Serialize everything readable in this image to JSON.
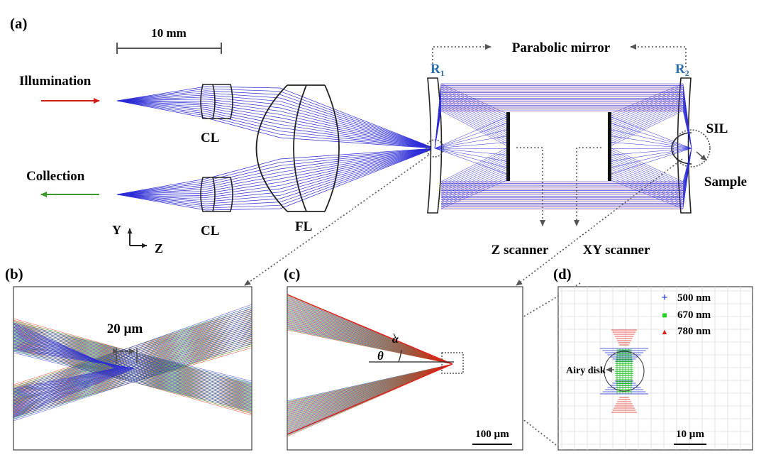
{
  "panels": {
    "a": "(a)",
    "b": "(b)",
    "c": "(c)",
    "d": "(d)"
  },
  "labels": {
    "scale_a": "10 mm",
    "illumination": "Illumination",
    "collection": "Collection",
    "cl_top": "CL",
    "cl_bottom": "CL",
    "fl": "FL",
    "parabolic_mirror": "Parabolic mirror",
    "r1_main": "R",
    "r1_sub": "1",
    "r2_main": "R",
    "r2_sub": "2",
    "sil": "SIL",
    "sample": "Sample",
    "z_scanner": "Z scanner",
    "xy_scanner": "XY scanner",
    "axis_y": "Y",
    "axis_z": "Z",
    "width_b": "20 µm",
    "alpha": "α",
    "theta": "θ",
    "scale_c": "100 µm",
    "airy_disk": "Airy disk",
    "scale_d": "10 µm"
  },
  "legend_d": [
    {
      "marker": "+",
      "label": "500 nm",
      "color": "#1f2fd0"
    },
    {
      "marker": "■",
      "label": "670 nm",
      "color": "#1fd01f"
    },
    {
      "marker": "▲",
      "label": "780 nm",
      "color": "#e0201a"
    }
  ],
  "colors": {
    "ray_blue": "#2b2bd6",
    "ray_red": "#e0201a",
    "ray_green": "#2cc02c",
    "illumination_arrow": "#d0201a",
    "collection_arrow": "#3a9a2a",
    "r_label": "#2a6fb0"
  }
}
